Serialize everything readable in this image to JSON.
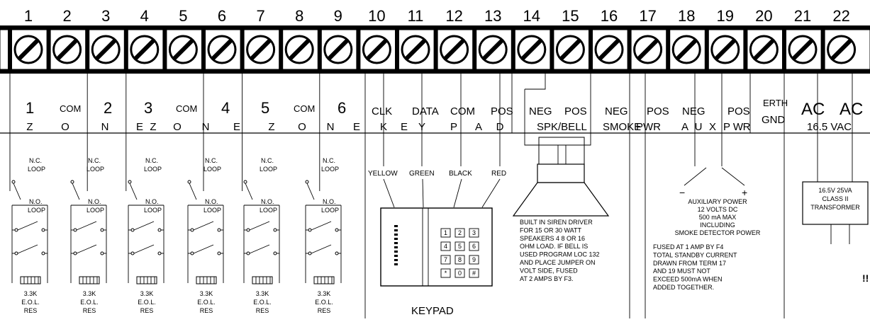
{
  "terminals": [
    "1",
    "2",
    "3",
    "4",
    "5",
    "6",
    "7",
    "8",
    "9",
    "10",
    "11",
    "12",
    "13",
    "14",
    "15",
    "16",
    "17",
    "18",
    "19",
    "20",
    "21",
    "22"
  ],
  "strip_labels": {
    "z1": "1",
    "com1": "COM",
    "z2": "2",
    "z3": "3",
    "com2": "COM",
    "z4": "4",
    "z5": "5",
    "com3": "COM",
    "z6": "6",
    "clk": "CLK",
    "data": "DATA",
    "com4": "COM",
    "pos1": "POS",
    "neg1": "NEG",
    "pos2": "POS",
    "neg2": "NEG",
    "pos3": "POS",
    "neg3": "NEG",
    "pos4": "POS",
    "erth": "ERTH",
    "gnd": "GND",
    "ac1": "AC",
    "ac2": "AC"
  },
  "group_letters": {
    "zone1": [
      "Z",
      "O",
      "N",
      "E"
    ],
    "zone2": [
      "Z",
      "O",
      "N",
      "E"
    ],
    "zone3": [
      "Z",
      "O",
      "N",
      "E"
    ],
    "keypad": [
      "K",
      "E",
      "Y",
      "P",
      "A",
      "D"
    ],
    "aux": [
      "A",
      "U",
      "X",
      "P",
      "W",
      "R"
    ]
  },
  "group_labels": {
    "spk_bell": "SPK/BELL",
    "smoke": "SMOKE",
    "pwr": "PWR",
    "vac": "16.5 VAC"
  },
  "loops": {
    "nc": [
      "N.C.",
      "LOOP"
    ],
    "no": [
      "N.O.",
      "LOOP"
    ],
    "eol": [
      "3.3K",
      "E.O.L.",
      "RES"
    ]
  },
  "keypad_wires": [
    "YELLOW",
    "GREEN",
    "BLACK",
    "RED"
  ],
  "keypad_keys": [
    "1",
    "2",
    "3",
    "4",
    "5",
    "6",
    "7",
    "8",
    "9",
    "*",
    "0",
    "#"
  ],
  "keypad_label": "KEYPAD",
  "siren_note": [
    "BUILT IN SIREN DRIVER",
    "FOR 15 OR 30 WATT",
    "SPEAKERS 4 8 OR 16",
    "OHM LOAD. IF BELL IS",
    "USED PROGRAM LOC 132",
    "AND PLACE JUMPER ON",
    "VOLT SIDE, FUSED",
    "AT 2 AMPS BY F3."
  ],
  "aux_minus": "−",
  "aux_plus": "+",
  "aux_note": [
    "AUXILIARY POWER",
    "12 VOLTS DC",
    "500 mA MAX",
    "INCLUDING",
    "SMOKE DETECTOR POWER"
  ],
  "fuse_note": [
    "FUSED AT 1 AMP BY F4",
    "TOTAL STANDBY CURRENT",
    "DRAWN FROM TERM 17",
    "AND 19 MUST NOT",
    "EXCEED 500mA WHEN",
    "ADDED TOGETHER."
  ],
  "transformer": [
    "16.5V 25VA",
    "CLASS II",
    "TRANSFORMER"
  ],
  "edge_mark": "!!"
}
